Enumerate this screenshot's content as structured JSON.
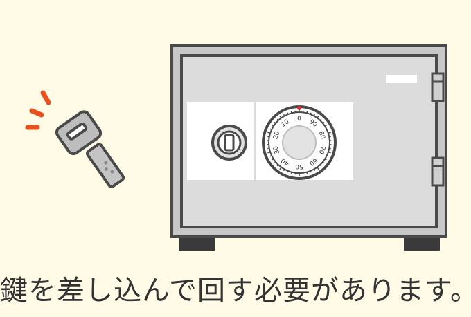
{
  "caption": "鍵を差し込んで回す必要があります。",
  "dial": {
    "numbers": [
      "0",
      "90",
      "80",
      "70",
      "60",
      "50",
      "40",
      "30",
      "20",
      "10"
    ]
  },
  "colors": {
    "background": "#fffbe6",
    "outline": "#4a4a4a",
    "safe_body": "#c8c8c8",
    "safe_door": "#dcdcdc",
    "panel": "#ffffff",
    "key": "#bdbdbd",
    "accent": "#e8501e",
    "dial_marker": "#e63030"
  },
  "icons": [
    "key-icon",
    "safe-icon",
    "keyhole-icon",
    "combination-dial-icon",
    "motion-lines-icon"
  ]
}
